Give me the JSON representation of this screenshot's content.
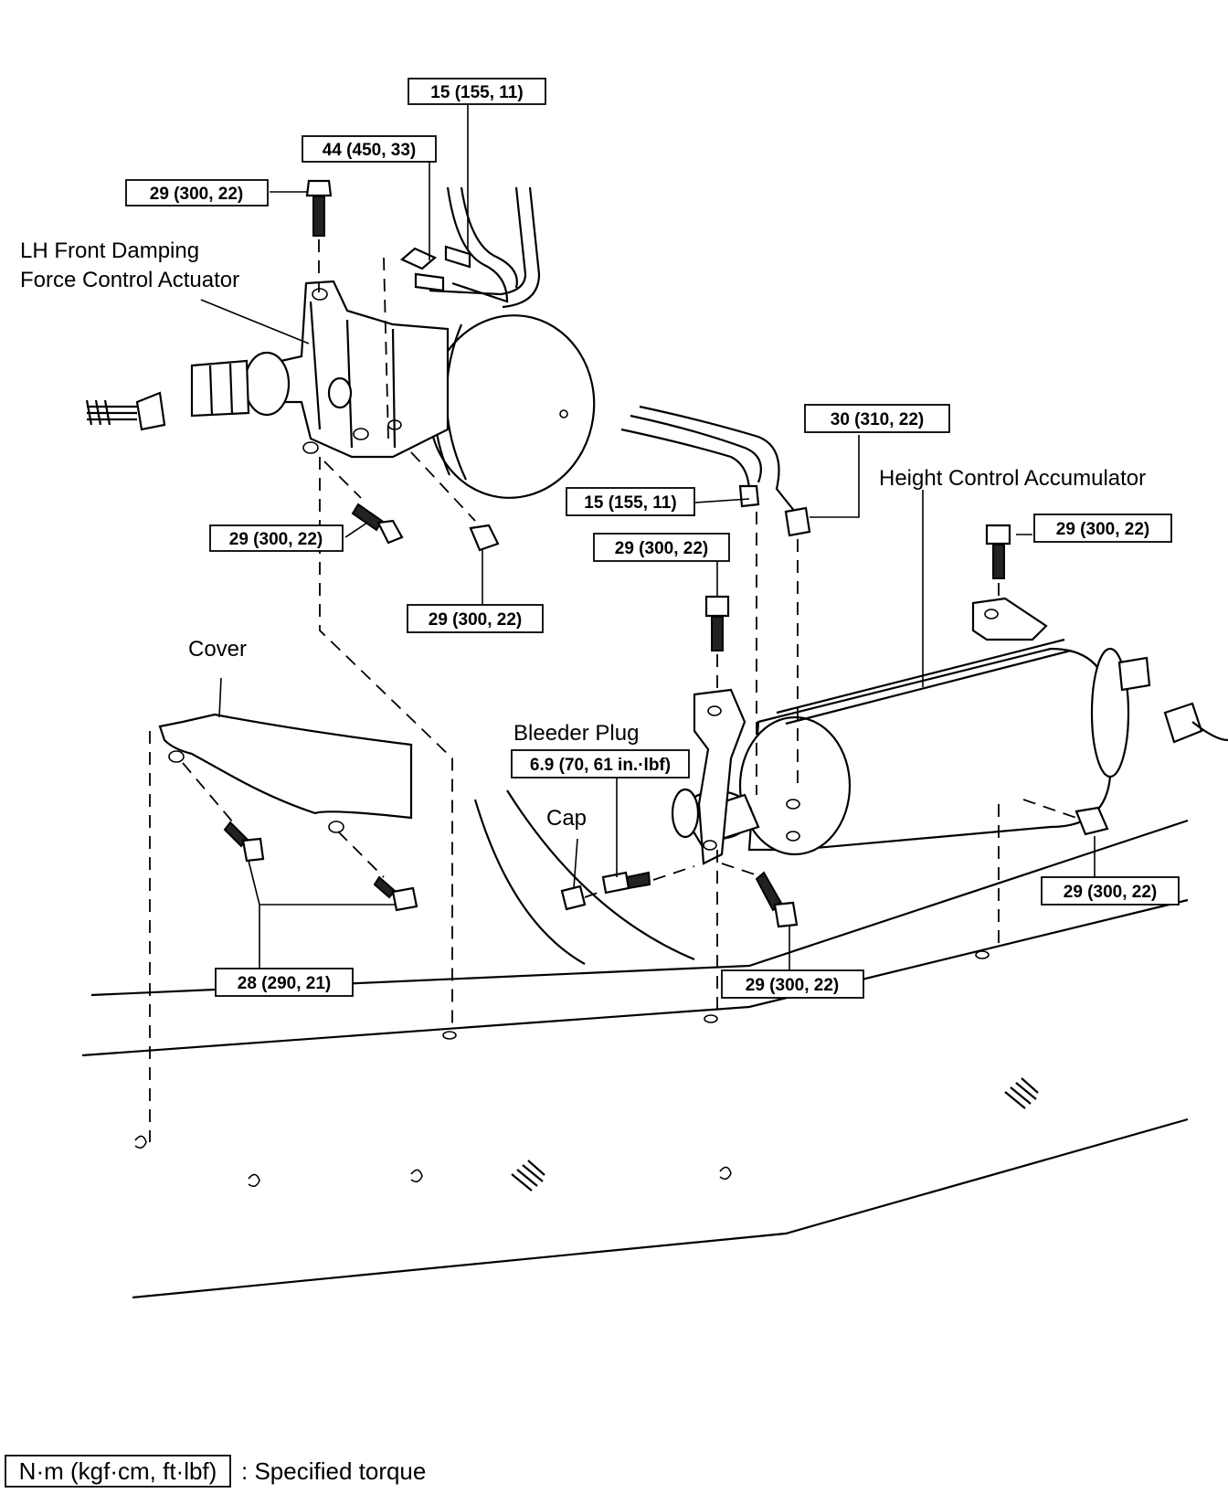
{
  "labels": {
    "actuator_line1": "LH Front Damping",
    "actuator_line2": "Force Control Actuator",
    "accumulator": "Height Control Accumulator",
    "cover": "Cover",
    "bleeder_plug": "Bleeder Plug",
    "cap": "Cap"
  },
  "torque_specs": {
    "actuator_top_line": "15 (155, 11)",
    "actuator_union": "44 (450, 33)",
    "actuator_top_bolt": "29 (300, 22)",
    "actuator_bottom_bolt": "29 (300, 22)",
    "actuator_nut": "29 (300, 22)",
    "accumulator_line": "15 (155, 11)",
    "accumulator_union": "30 (310, 22)",
    "accumulator_bracket_bolt": "29 (300, 22)",
    "accumulator_right_bolt": "29 (300, 22)",
    "accumulator_nut": "29 (300, 22)",
    "accumulator_bottom_bolt": "29 (300, 22)",
    "bleeder_plug": "6.9 (70, 61 in.·lbf)",
    "cover_bolts": "28 (290, 21)"
  },
  "legend": {
    "unit_box": "N·m (kgf·cm, ft·lbf)",
    "description": ": Specified torque"
  }
}
